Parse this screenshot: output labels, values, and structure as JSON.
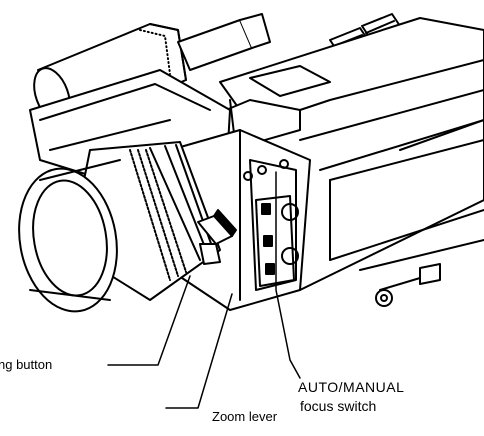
{
  "diagram": {
    "labels": {
      "recording_button": "ng button",
      "auto_manual": "AUTO/MANUAL",
      "focus_switch": "focus switch",
      "zoom_lever": "Zoom lever"
    },
    "line_color": "#000000",
    "background": "#ffffff"
  }
}
